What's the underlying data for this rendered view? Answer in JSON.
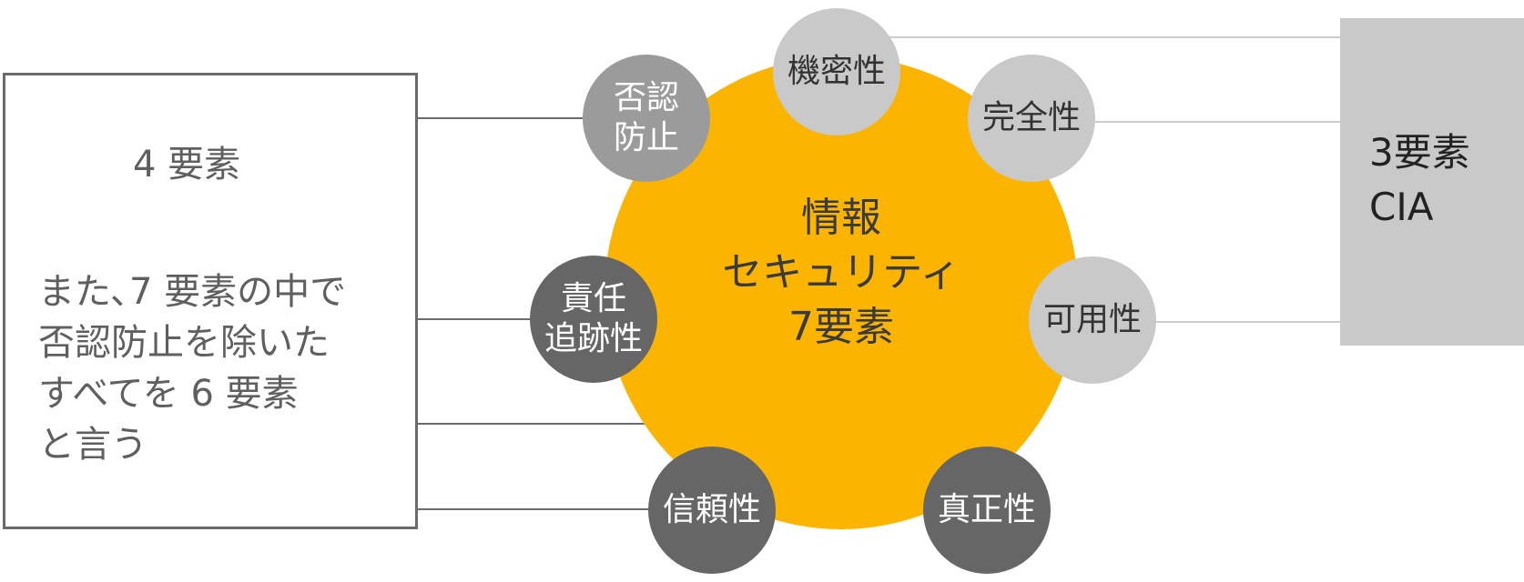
{
  "left_box": {
    "title": "4 要素",
    "note": "また､7 要素の中で\n否認防止を除いた\nすべてを 6 要素\nと言う"
  },
  "right_box": {
    "label": "3要素\nCIA"
  },
  "center": {
    "label": "情報\nセキュリティ\n7要素"
  },
  "elements": {
    "confidentiality": "機密性",
    "integrity": "完全性",
    "availability": "可用性",
    "non_repudiation": "否認\n防止",
    "accountability": "責任\n追跡性",
    "reliability": "信頼性",
    "authenticity": "真正性"
  },
  "colors": {
    "center": "#fbb400",
    "cia_nodes": "#c9c9c9",
    "non_repudiation": "#9b9b9b",
    "four_elements": "#666666",
    "lines": "#cccccc",
    "dark_lines": "#6b6b6b"
  }
}
